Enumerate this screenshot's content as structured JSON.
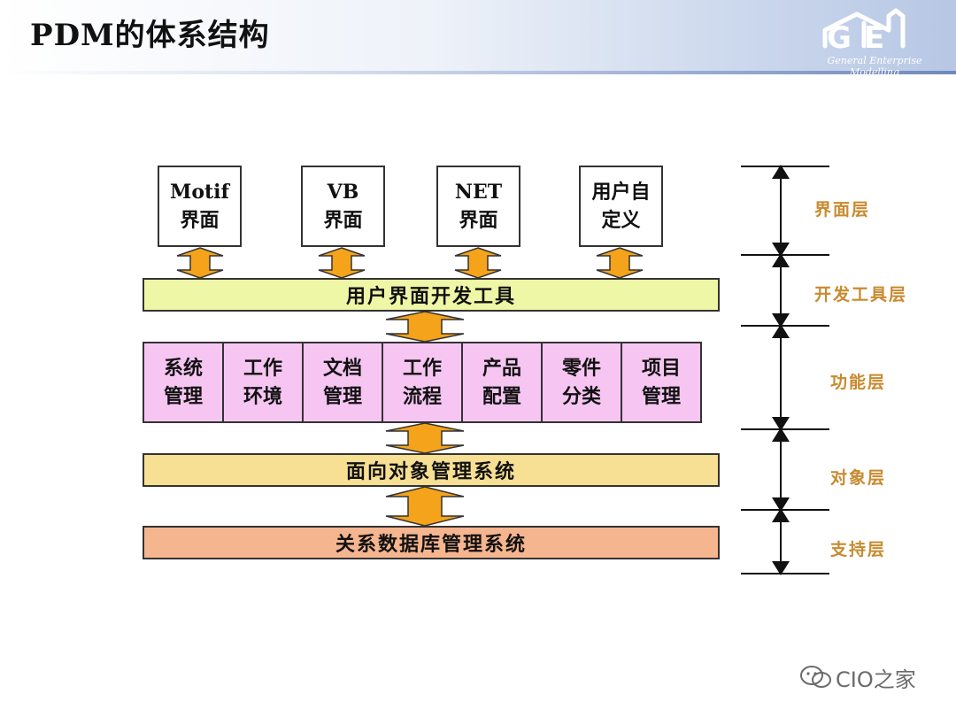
{
  "slide": {
    "title": "PDM的体系结构",
    "logo_text": "General Enterprise Modelling"
  },
  "diagram": {
    "ui_boxes": [
      {
        "line1": "Motif",
        "line2": "界面"
      },
      {
        "line1": "VB",
        "line2": "界面"
      },
      {
        "line1": "NET",
        "line2": "界面"
      },
      {
        "line1": "用户自",
        "line2": "定义"
      }
    ],
    "tools_bar": "用户界面开发工具",
    "functions": [
      {
        "line1": "系统",
        "line2": "管理"
      },
      {
        "line1": "工作",
        "line2": "环境"
      },
      {
        "line1": "文档",
        "line2": "管理"
      },
      {
        "line1": "工作",
        "line2": "流程"
      },
      {
        "line1": "产品",
        "line2": "配置"
      },
      {
        "line1": "零件",
        "line2": "分类"
      },
      {
        "line1": "项目",
        "line2": "管理"
      }
    ],
    "ood_bar": "面向对象管理系统",
    "rdb_bar": "关系数据库管理系统",
    "layers": [
      "界面层",
      "开发工具层",
      "功能层",
      "对象层",
      "支持层"
    ],
    "colors": {
      "arrow": "#f5a31a",
      "tools": "#eef7a6",
      "functions": "#f6c5f2",
      "ood": "#f7df93",
      "rdb": "#f5b58f",
      "layer_label": "#c88a2e"
    }
  },
  "watermark": "CIO之家"
}
